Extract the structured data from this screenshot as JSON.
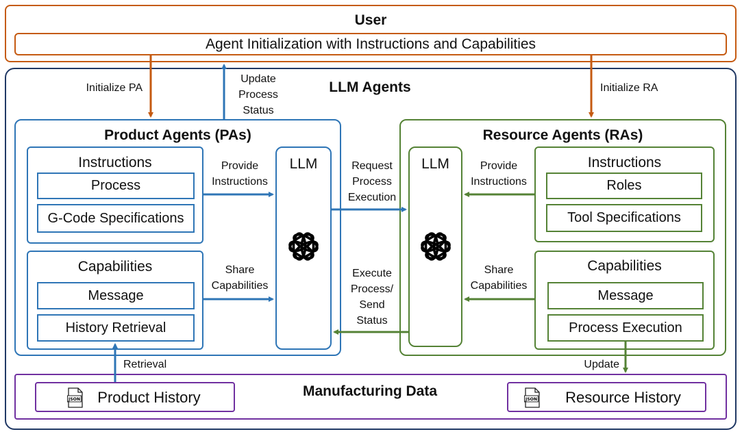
{
  "user": {
    "title": "User",
    "init_bar": "Agent Initialization with Instructions and Capabilities"
  },
  "llm_agents": {
    "title": "LLM Agents"
  },
  "edges": {
    "initialize_pa": "Initialize PA",
    "initialize_ra": "Initialize RA",
    "update_status": [
      "Update",
      "Process",
      "Status"
    ],
    "pa_provide": [
      "Provide",
      "Instructions"
    ],
    "pa_share": [
      "Share",
      "Capabilities"
    ],
    "request": [
      "Request",
      "Process",
      "Execution"
    ],
    "execute": [
      "Execute",
      "Process/",
      "Send",
      "Status"
    ],
    "ra_provide": [
      "Provide",
      "Instructions"
    ],
    "ra_share": [
      "Share",
      "Capabilities"
    ],
    "retrieval": "Retrieval",
    "update": "Update"
  },
  "product_agents": {
    "title": "Product Agents (PAs)",
    "instructions": {
      "title": "Instructions",
      "items": [
        "Process",
        "G-Code Specifications"
      ]
    },
    "capabilities": {
      "title": "Capabilities",
      "items": [
        "Message",
        "History Retrieval"
      ]
    },
    "llm": "LLM"
  },
  "resource_agents": {
    "title": "Resource Agents (RAs)",
    "instructions": {
      "title": "Instructions",
      "items": [
        "Roles",
        "Tool Specifications"
      ]
    },
    "capabilities": {
      "title": "Capabilities",
      "items": [
        "Message",
        "Process Execution"
      ]
    },
    "llm": "LLM"
  },
  "manufacturing_data": {
    "title": "Manufacturing Data",
    "product_history": "Product History",
    "resource_history": "Resource History",
    "file_icon_text": "JSON"
  },
  "colors": {
    "user": "#c55a11",
    "agents": "#203864",
    "product": "#2e75b6",
    "resource": "#548235",
    "data": "#7030a0"
  }
}
